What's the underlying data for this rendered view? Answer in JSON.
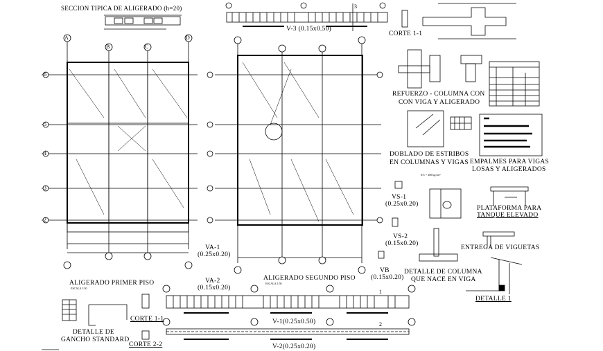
{
  "drawing": {
    "titles": {
      "seccion_tipica": "SECCION TIPICA DE ALIGERADO (h=20)",
      "corte_1_1_top": "CORTE 1-1",
      "refuerzo_1": "REFUERZO - COLUMNA CON",
      "refuerzo_2": "CON VIGA Y ALIGERADO",
      "doblado_1": "DOBLADO DE ESTRIBOS",
      "doblado_2": "EN COLUMNAS Y  VIGAS",
      "empalmes_1": "EMPALMES PARA VIGAS",
      "empalmes_2": "LOSAS Y ALIGERADOS",
      "plataforma_1": "PLATAFORMA PARA",
      "plataforma_2": "TANQUE ELEVADO",
      "entrega": "ENTREGA DE VIGUETAS",
      "detalle_columna_1": "DETALLE DE COLUMNA",
      "detalle_columna_2": "QUE NACE EN VIGA",
      "detalle_1": "DETALLE 1",
      "aligerado_primer": "ALIGERADO PRIMER PISO",
      "aligerado_segundo": "ALIGERADO SEGUNDO PISO",
      "escala": "ESCALA 1:50",
      "gancho_1": "DETALLE DE",
      "gancho_2": "GANCHO STANDARD",
      "corte_1_1": "CORTE 1-1",
      "corte_2_2": "CORTE 2-2",
      "sc_note": "S/C = 200 kg/cm²"
    },
    "beams": {
      "v3": "V-3 (0.15x0.50)",
      "v1": "V-1(0.25x0.50)",
      "v2": "V-2(0.25x0.20)",
      "va1": "VA-1",
      "va1_dim": "(0.25x0.20)",
      "va2": "VA-2",
      "va2_dim": "(0.15x0.20)",
      "vs1": "VS-1",
      "vs1_dim": "(0.25x0.20)",
      "vs2": "VS-2",
      "vs2_dim": "(0.15x0.20)",
      "vb": "VB",
      "vb_dim": "(0.15x0.20)"
    },
    "grid_axes": {
      "columns": [
        "A",
        "B",
        "C",
        "D"
      ],
      "rows": [
        "6",
        "5",
        "4",
        "3",
        "2"
      ],
      "section_marks": [
        "1",
        "2",
        "3"
      ]
    },
    "colors": {
      "ink": "#000000",
      "background": "#ffffff"
    }
  }
}
